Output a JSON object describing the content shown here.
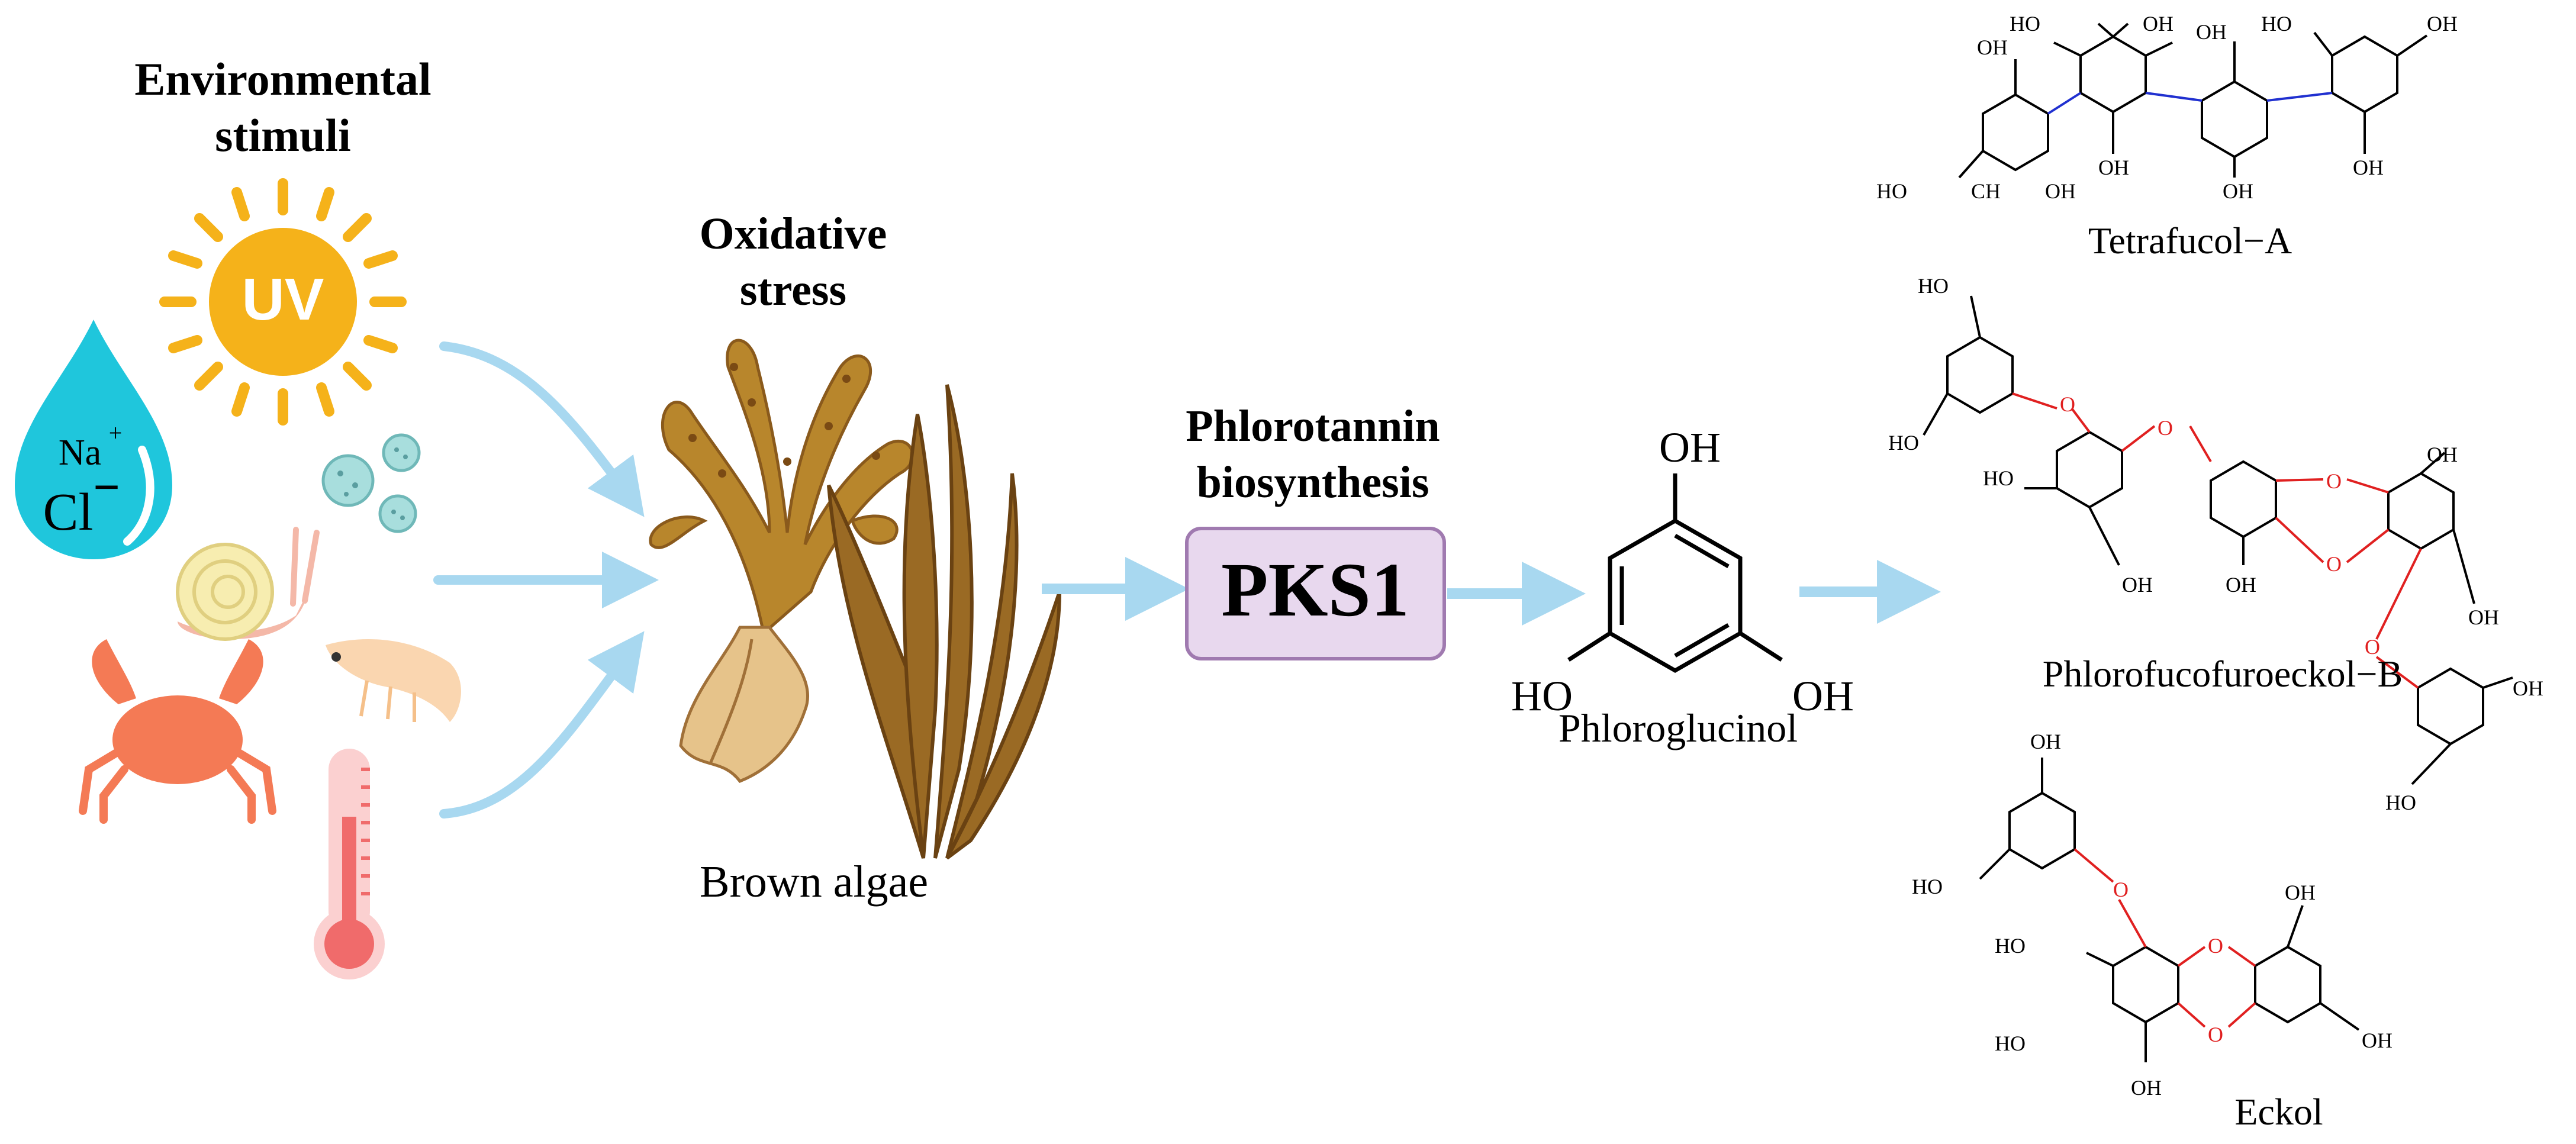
{
  "stimuli": {
    "title_line1": "Environmental",
    "title_line2": "stimuli",
    "uv_label": "UV",
    "salt_na": "Na",
    "salt_na_charge": "+",
    "salt_cl": "Cl",
    "salt_cl_charge": "−"
  },
  "algae": {
    "stress_line1": "Oxidative",
    "stress_line2": "stress",
    "label": "Brown algae"
  },
  "biosynthesis": {
    "title_line1": "Phlorotannin",
    "title_line2": "biosynthesis",
    "enzyme": "PKS1"
  },
  "phloroglucinol": {
    "name": "Phloroglucinol",
    "oh": "OH",
    "ho": "HO"
  },
  "products": [
    {
      "name": "Tetrafucol−A"
    },
    {
      "name": "Phlorofucofuroeckol−B"
    },
    {
      "name": "Eckol"
    }
  ],
  "chem_labels": {
    "oh": "OH",
    "ho": "HO",
    "o": "O",
    "ch": "CH"
  },
  "colors": {
    "arrow": "#a8d8f0",
    "uv_sun": "#f5b21a",
    "salt_drop": "#1fc6dc",
    "enzyme_fill": "#e8d8ee",
    "enzyme_stroke": "#a07ab0",
    "algae_dark": "#8a5a1c",
    "algae_mid": "#b8862c",
    "ether_red": "#e02020",
    "bond_blue": "#2030d0"
  }
}
